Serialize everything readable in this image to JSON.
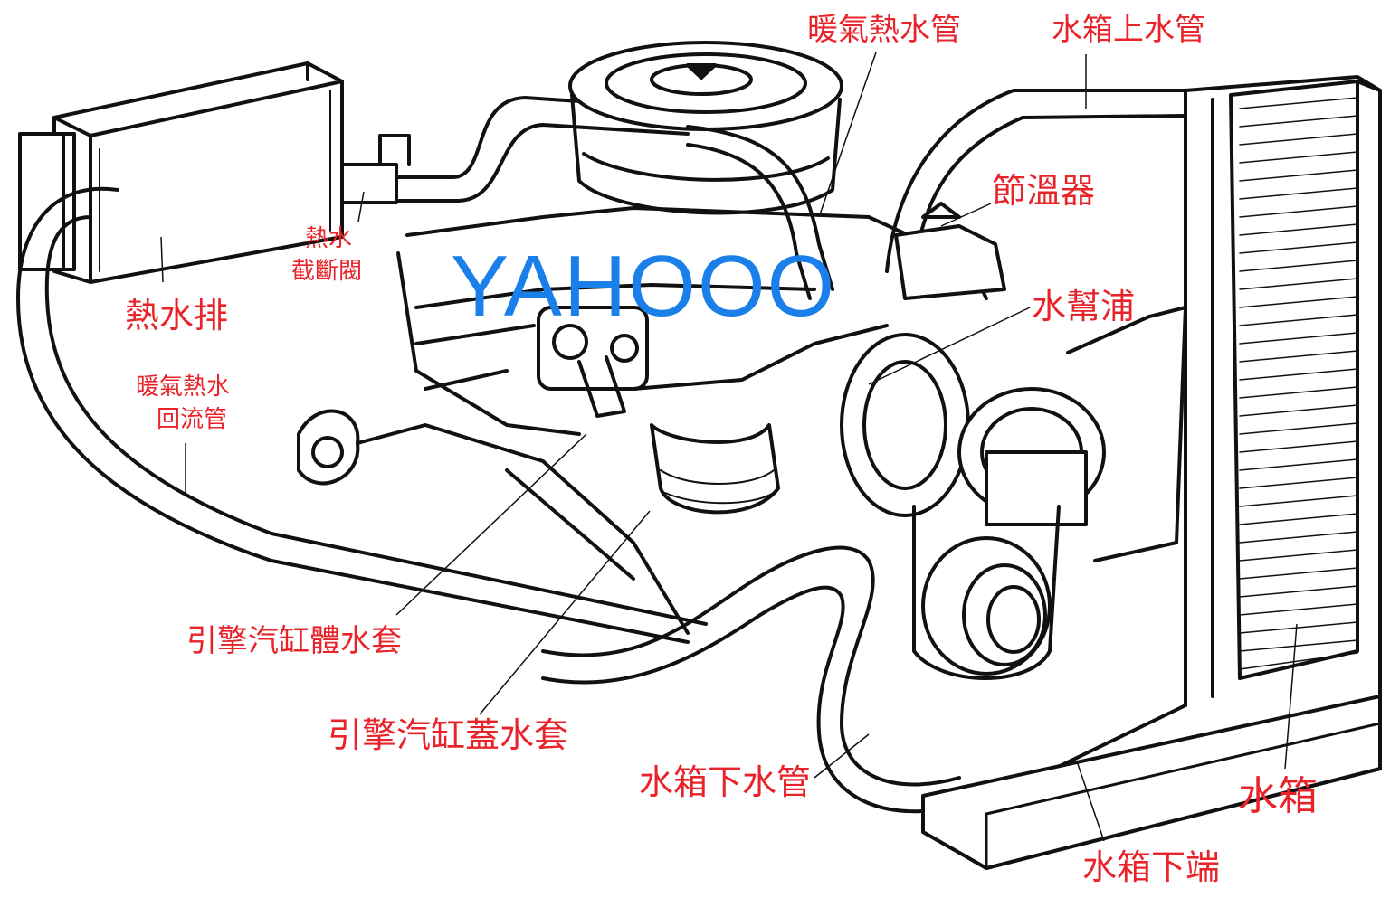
{
  "colors": {
    "ink": "#111111",
    "label": "#e8232a",
    "watermark": "#1a7fe8",
    "background": "#ffffff"
  },
  "watermark": "YAHOOO",
  "labels": {
    "heater_core": "熱水排",
    "heater_valve_line1": "熱水",
    "heater_valve_line2": "截斷閥",
    "heater_return_line1": "暖氣熱水",
    "heater_return_line2": "回流管",
    "heater_supply_hose": "暖氣熱水管",
    "upper_radiator_hose": "水箱上水管",
    "thermostat": "節溫器",
    "water_pump": "水幫浦",
    "block_water_jacket": "引擎汽缸體水套",
    "head_water_jacket": "引擎汽缸蓋水套",
    "lower_radiator_hose": "水箱下水管",
    "radiator": "水箱",
    "radiator_bottom_tank": "水箱下端"
  }
}
